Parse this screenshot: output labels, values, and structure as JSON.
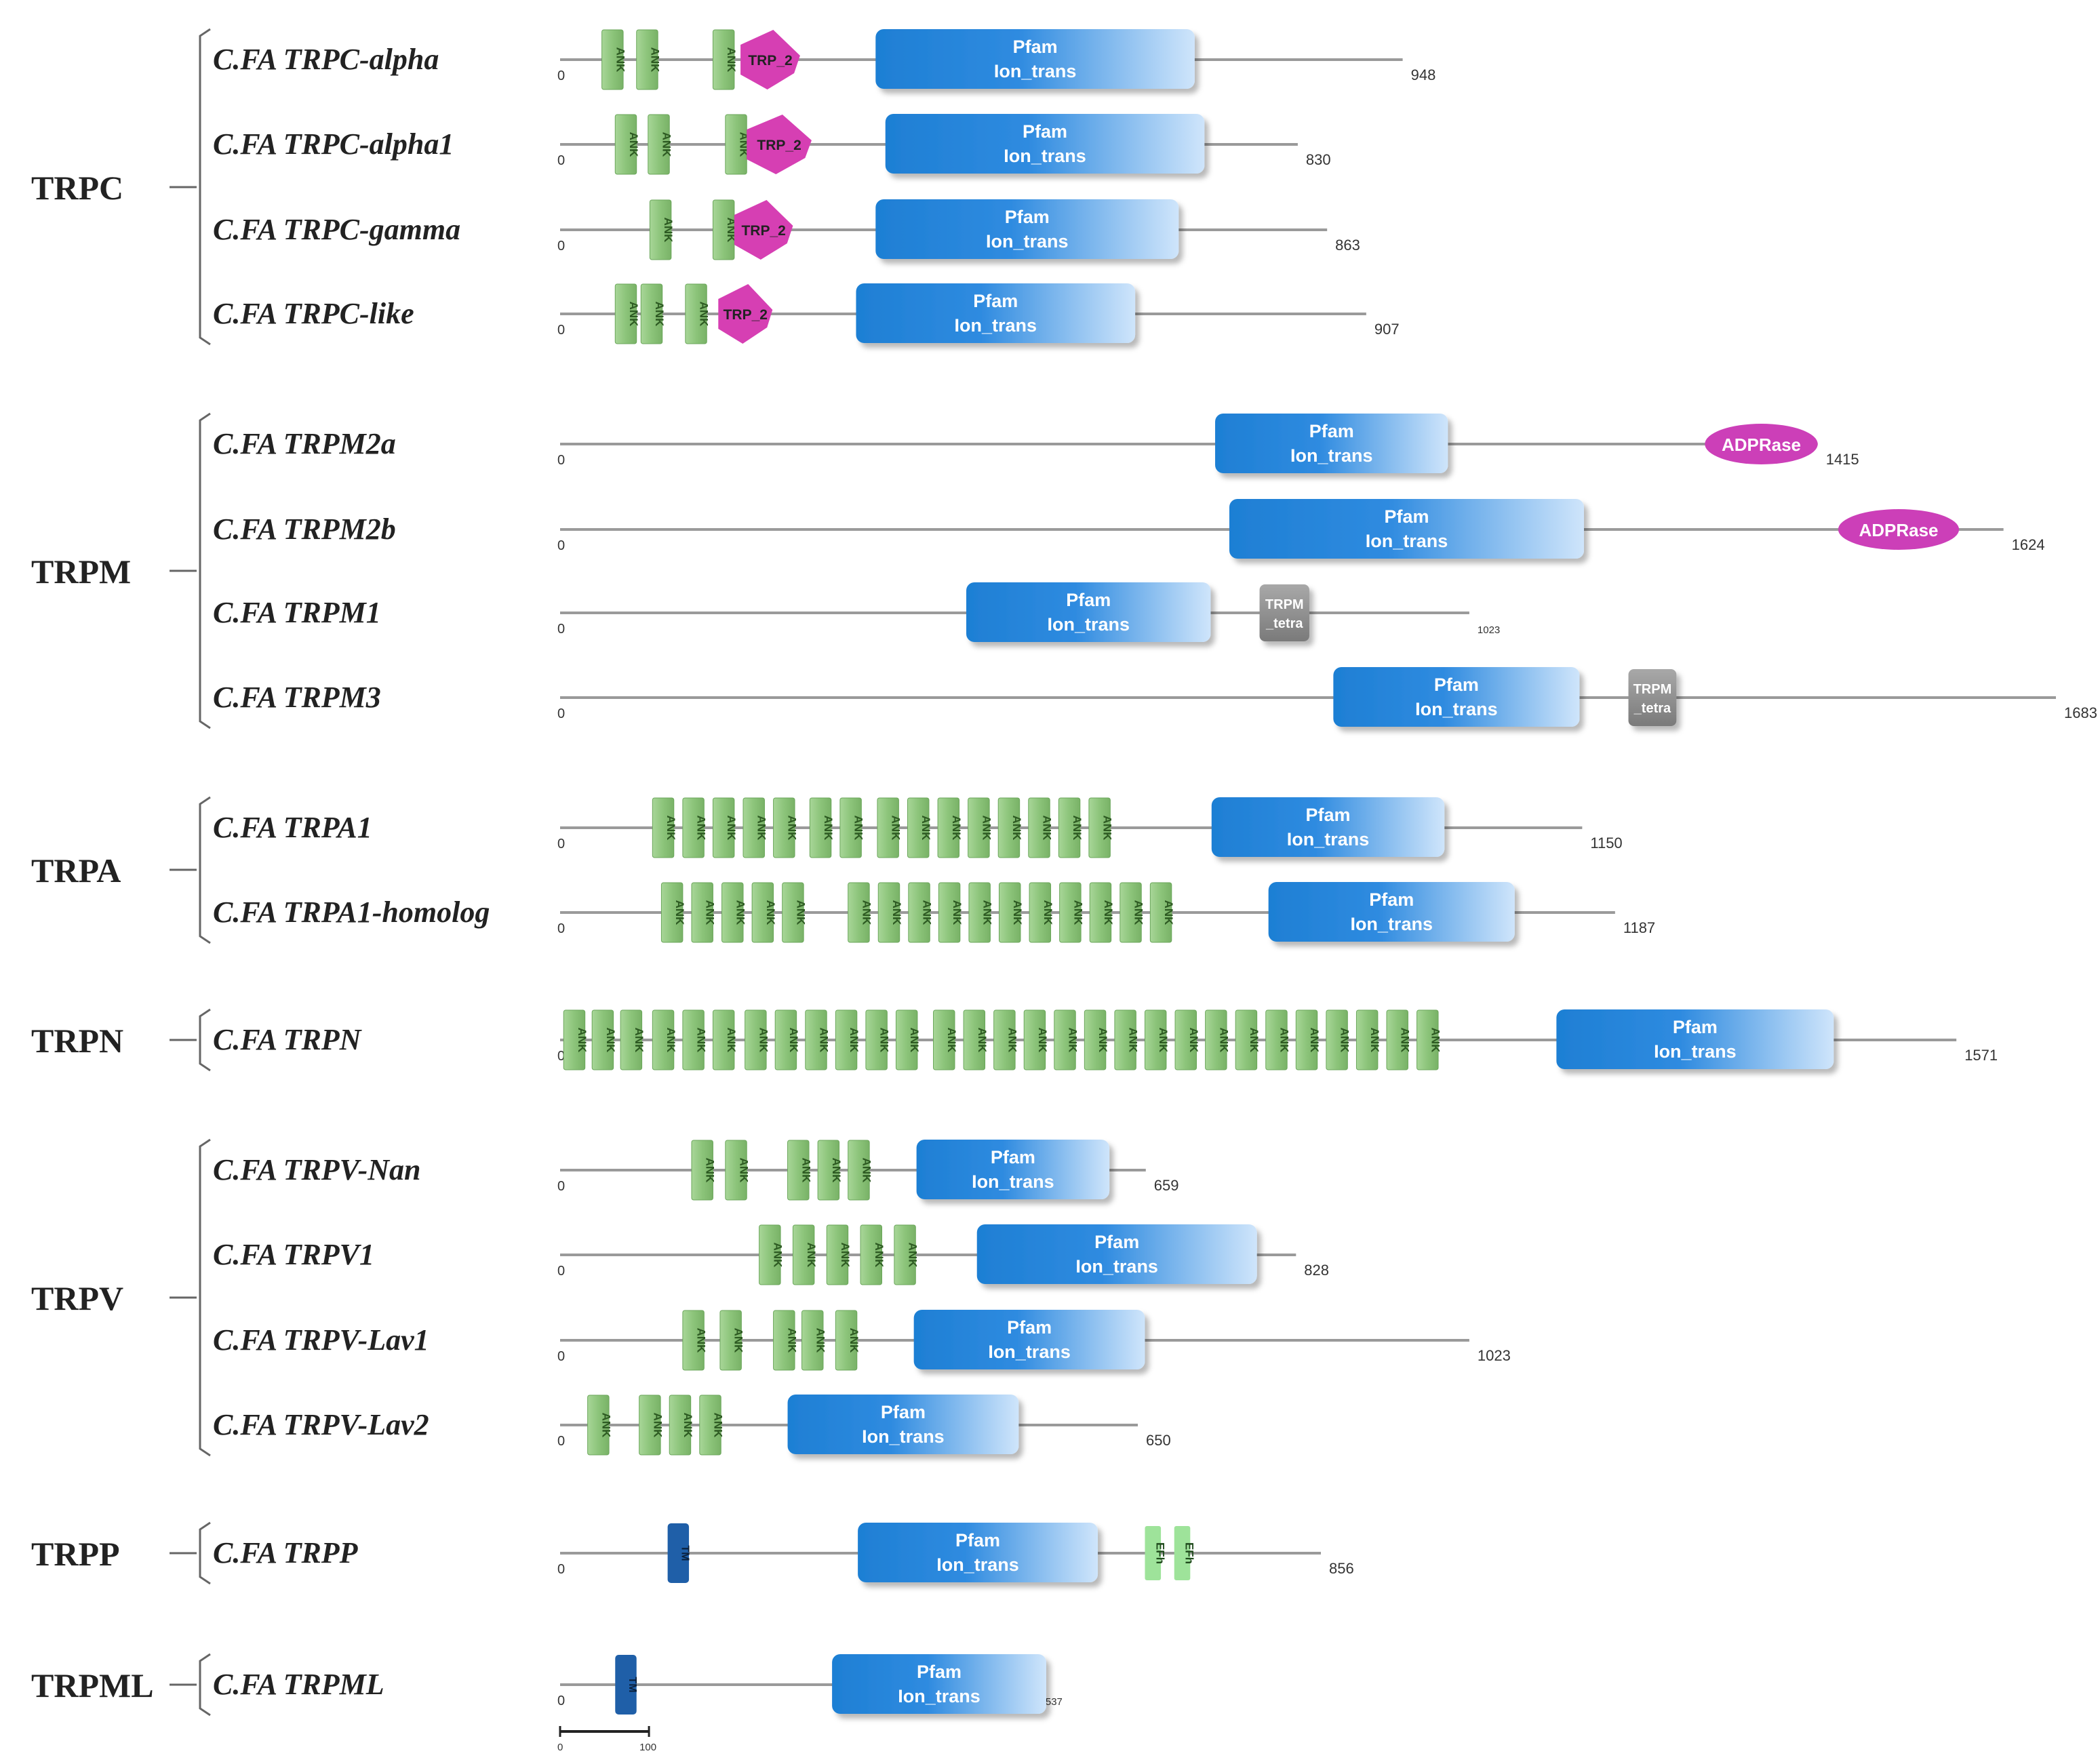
{
  "scale": {
    "max_aa": 1683,
    "bar_start": 0,
    "bar_end": 100
  },
  "colors": {
    "backbone": "#9a9a9a",
    "pfam_dark": "#1e7fd4",
    "pfam_light": "#cfe5fb",
    "ank_fill": "#8cc47a",
    "ank_light": "#c6e4b8",
    "trp2": "#d63fb3",
    "adprase": "#cc3fb8",
    "tetra": "#8c8c8c",
    "tm": "#1f5fa8",
    "efh": "#9ee39a"
  },
  "domain_labels": {
    "ank": "ANK",
    "trp2": "TRP_2",
    "pfam_line1": "Pfam",
    "pfam_line2": "Ion_trans",
    "adprase": "ADPRase",
    "tetra_line1": "TRPM",
    "tetra_line2": "_tetra",
    "tm": "TM",
    "efh": "EFh"
  },
  "families": [
    {
      "name": "TRPC",
      "proteins": [
        {
          "name": "C.FA TRPC-alpha",
          "length": 948,
          "start_label": "0",
          "end_label": "948",
          "domains": [
            {
              "type": "ank",
              "start": 47,
              "end": 71
            },
            {
              "type": "ank",
              "start": 86,
              "end": 110
            },
            {
              "type": "ank",
              "start": 172,
              "end": 196
            },
            {
              "type": "trp2",
              "start": 203,
              "end": 270
            },
            {
              "type": "pfam",
              "start": 355,
              "end": 714
            }
          ]
        },
        {
          "name": "C.FA TRPC-alpha1",
          "length": 830,
          "start_label": "0",
          "end_label": "830",
          "domains": [
            {
              "type": "ank",
              "start": 62,
              "end": 86
            },
            {
              "type": "ank",
              "start": 99,
              "end": 123
            },
            {
              "type": "ank",
              "start": 186,
              "end": 210
            },
            {
              "type": "trp2",
              "start": 210,
              "end": 283
            },
            {
              "type": "pfam",
              "start": 366,
              "end": 725
            }
          ]
        },
        {
          "name": "C.FA TRPC-gamma",
          "length": 863,
          "start_label": "0",
          "end_label": "863",
          "domains": [
            {
              "type": "ank",
              "start": 101,
              "end": 125
            },
            {
              "type": "ank",
              "start": 172,
              "end": 196
            },
            {
              "type": "trp2",
              "start": 196,
              "end": 262
            },
            {
              "type": "pfam",
              "start": 355,
              "end": 696
            }
          ]
        },
        {
          "name": "C.FA TRPC-like",
          "length": 907,
          "start_label": "0",
          "end_label": "907",
          "domains": [
            {
              "type": "ank",
              "start": 62,
              "end": 86
            },
            {
              "type": "ank",
              "start": 91,
              "end": 115
            },
            {
              "type": "ank",
              "start": 141,
              "end": 165
            },
            {
              "type": "trp2",
              "start": 178,
              "end": 239
            },
            {
              "type": "pfam",
              "start": 333,
              "end": 647
            }
          ]
        }
      ]
    },
    {
      "name": "TRPM",
      "proteins": [
        {
          "name": "C.FA TRPM2a",
          "length": 1415,
          "start_label": "0",
          "end_label": "1415",
          "domains": [
            {
              "type": "pfam",
              "start": 737,
              "end": 999
            },
            {
              "type": "adprase",
              "start": 1288,
              "end": 1415
            }
          ]
        },
        {
          "name": "C.FA TRPM2b",
          "length": 1624,
          "start_label": "0",
          "end_label": "1624",
          "domains": [
            {
              "type": "pfam",
              "start": 753,
              "end": 1152
            },
            {
              "type": "adprase",
              "start": 1438,
              "end": 1574
            }
          ]
        },
        {
          "name": "C.FA TRPM1",
          "length": 1023,
          "start_label": "0",
          "end_label": "1023",
          "domains": [
            {
              "type": "pfam",
              "start": 457,
              "end": 732
            },
            {
              "type": "tetra",
              "start": 787,
              "end": 843
            }
          ]
        },
        {
          "name": "C.FA TRPM3",
          "length": 1683,
          "start_label": "0",
          "end_label": "1683",
          "domains": [
            {
              "type": "pfam",
              "start": 870,
              "end": 1147
            },
            {
              "type": "tetra",
              "start": 1202,
              "end": 1256
            }
          ]
        }
      ]
    },
    {
      "name": "TRPA",
      "proteins": [
        {
          "name": "C.FA TRPA1",
          "length": 1150,
          "start_label": "0",
          "end_label": "1150",
          "domains": [
            {
              "type": "ank",
              "start": 104,
              "end": 128
            },
            {
              "type": "ank",
              "start": 138,
              "end": 162
            },
            {
              "type": "ank",
              "start": 172,
              "end": 196
            },
            {
              "type": "ank",
              "start": 206,
              "end": 230
            },
            {
              "type": "ank",
              "start": 240,
              "end": 264
            },
            {
              "type": "ank",
              "start": 281,
              "end": 305
            },
            {
              "type": "ank",
              "start": 315,
              "end": 339
            },
            {
              "type": "ank",
              "start": 357,
              "end": 381
            },
            {
              "type": "ank",
              "start": 391,
              "end": 415
            },
            {
              "type": "ank",
              "start": 425,
              "end": 449
            },
            {
              "type": "ank",
              "start": 459,
              "end": 483
            },
            {
              "type": "ank",
              "start": 493,
              "end": 517
            },
            {
              "type": "ank",
              "start": 527,
              "end": 551
            },
            {
              "type": "ank",
              "start": 561,
              "end": 585
            },
            {
              "type": "ank",
              "start": 595,
              "end": 619
            },
            {
              "type": "pfam",
              "start": 733,
              "end": 995
            }
          ]
        },
        {
          "name": "C.FA TRPA1-homolog",
          "length": 1187,
          "start_label": "0",
          "end_label": "1187",
          "domains": [
            {
              "type": "ank",
              "start": 114,
              "end": 138
            },
            {
              "type": "ank",
              "start": 148,
              "end": 172
            },
            {
              "type": "ank",
              "start": 182,
              "end": 206
            },
            {
              "type": "ank",
              "start": 216,
              "end": 240
            },
            {
              "type": "ank",
              "start": 250,
              "end": 274
            },
            {
              "type": "ank",
              "start": 324,
              "end": 348
            },
            {
              "type": "ank",
              "start": 358,
              "end": 382
            },
            {
              "type": "ank",
              "start": 392,
              "end": 416
            },
            {
              "type": "ank",
              "start": 426,
              "end": 450
            },
            {
              "type": "ank",
              "start": 460,
              "end": 484
            },
            {
              "type": "ank",
              "start": 494,
              "end": 518
            },
            {
              "type": "ank",
              "start": 528,
              "end": 552
            },
            {
              "type": "ank",
              "start": 562,
              "end": 586
            },
            {
              "type": "ank",
              "start": 596,
              "end": 620
            },
            {
              "type": "ank",
              "start": 630,
              "end": 654
            },
            {
              "type": "ank",
              "start": 664,
              "end": 688
            },
            {
              "type": "pfam",
              "start": 797,
              "end": 1074
            }
          ]
        }
      ]
    },
    {
      "name": "TRPN",
      "proteins": [
        {
          "name": "C.FA TRPN",
          "length": 1571,
          "start_label": "0",
          "end_label": "1571",
          "domains": [
            {
              "type": "ank",
              "start": 4,
              "end": 28
            },
            {
              "type": "ank",
              "start": 36,
              "end": 60
            },
            {
              "type": "ank",
              "start": 68,
              "end": 92
            },
            {
              "type": "ank",
              "start": 104,
              "end": 128
            },
            {
              "type": "ank",
              "start": 138,
              "end": 162
            },
            {
              "type": "ank",
              "start": 172,
              "end": 196
            },
            {
              "type": "ank",
              "start": 208,
              "end": 232
            },
            {
              "type": "ank",
              "start": 242,
              "end": 266
            },
            {
              "type": "ank",
              "start": 276,
              "end": 300
            },
            {
              "type": "ank",
              "start": 310,
              "end": 334
            },
            {
              "type": "ank",
              "start": 344,
              "end": 368
            },
            {
              "type": "ank",
              "start": 378,
              "end": 402
            },
            {
              "type": "ank",
              "start": 420,
              "end": 444
            },
            {
              "type": "ank",
              "start": 454,
              "end": 478
            },
            {
              "type": "ank",
              "start": 488,
              "end": 512
            },
            {
              "type": "ank",
              "start": 522,
              "end": 546
            },
            {
              "type": "ank",
              "start": 556,
              "end": 580
            },
            {
              "type": "ank",
              "start": 590,
              "end": 614
            },
            {
              "type": "ank",
              "start": 624,
              "end": 648
            },
            {
              "type": "ank",
              "start": 658,
              "end": 682
            },
            {
              "type": "ank",
              "start": 692,
              "end": 716
            },
            {
              "type": "ank",
              "start": 726,
              "end": 750
            },
            {
              "type": "ank",
              "start": 760,
              "end": 784
            },
            {
              "type": "ank",
              "start": 794,
              "end": 818
            },
            {
              "type": "ank",
              "start": 828,
              "end": 852
            },
            {
              "type": "ank",
              "start": 862,
              "end": 886
            },
            {
              "type": "ank",
              "start": 896,
              "end": 920
            },
            {
              "type": "ank",
              "start": 930,
              "end": 954
            },
            {
              "type": "ank",
              "start": 964,
              "end": 988
            },
            {
              "type": "pfam",
              "start": 1121,
              "end": 1433
            }
          ]
        }
      ]
    },
    {
      "name": "TRPV",
      "proteins": [
        {
          "name": "C.FA TRPV-Nan",
          "length": 659,
          "start_label": "0",
          "end_label": "659",
          "domains": [
            {
              "type": "ank",
              "start": 148,
              "end": 172
            },
            {
              "type": "ank",
              "start": 186,
              "end": 210
            },
            {
              "type": "ank",
              "start": 256,
              "end": 280
            },
            {
              "type": "ank",
              "start": 290,
              "end": 314
            },
            {
              "type": "ank",
              "start": 324,
              "end": 348
            },
            {
              "type": "pfam",
              "start": 401,
              "end": 618
            }
          ]
        },
        {
          "name": "C.FA TRPV1",
          "length": 828,
          "start_label": "0",
          "end_label": "828",
          "domains": [
            {
              "type": "ank",
              "start": 224,
              "end": 248
            },
            {
              "type": "ank",
              "start": 262,
              "end": 286
            },
            {
              "type": "ank",
              "start": 300,
              "end": 324
            },
            {
              "type": "ank",
              "start": 338,
              "end": 362
            },
            {
              "type": "ank",
              "start": 376,
              "end": 400
            },
            {
              "type": "pfam",
              "start": 469,
              "end": 784
            }
          ]
        },
        {
          "name": "C.FA TRPV-Lav1",
          "length": 1023,
          "start_label": "0",
          "end_label": "1023",
          "domains": [
            {
              "type": "ank",
              "start": 138,
              "end": 162
            },
            {
              "type": "ank",
              "start": 180,
              "end": 204
            },
            {
              "type": "ank",
              "start": 240,
              "end": 264
            },
            {
              "type": "ank",
              "start": 272,
              "end": 296
            },
            {
              "type": "ank",
              "start": 310,
              "end": 334
            },
            {
              "type": "pfam",
              "start": 398,
              "end": 658
            }
          ]
        },
        {
          "name": "C.FA TRPV-Lav2",
          "length": 650,
          "start_label": "0",
          "end_label": "650",
          "domains": [
            {
              "type": "ank",
              "start": 31,
              "end": 55
            },
            {
              "type": "ank",
              "start": 89,
              "end": 113
            },
            {
              "type": "ank",
              "start": 123,
              "end": 147
            },
            {
              "type": "ank",
              "start": 157,
              "end": 181
            },
            {
              "type": "pfam",
              "start": 256,
              "end": 516
            }
          ]
        }
      ]
    },
    {
      "name": "TRPP",
      "proteins": [
        {
          "name": "C.FA TRPP",
          "length": 856,
          "start_label": "0",
          "end_label": "856",
          "domains": [
            {
              "type": "tm",
              "start": 121,
              "end": 145
            },
            {
              "type": "pfam",
              "start": 335,
              "end": 605
            },
            {
              "type": "efh",
              "start": 658,
              "end": 676
            },
            {
              "type": "efh",
              "start": 691,
              "end": 709
            }
          ]
        }
      ]
    },
    {
      "name": "TRPML",
      "proteins": [
        {
          "name": "C.FA TRPML",
          "length": 537,
          "start_label": "0",
          "end_label": "537",
          "domains": [
            {
              "type": "tm",
              "start": 62,
              "end": 86
            },
            {
              "type": "pfam",
              "start": 306,
              "end": 547
            }
          ]
        }
      ]
    }
  ],
  "scale_bar": {
    "start_label": "0",
    "end_label": "100"
  }
}
